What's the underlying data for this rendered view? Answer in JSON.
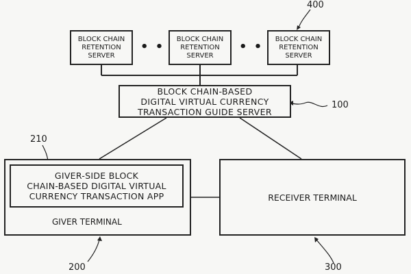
{
  "servers": [
    {
      "lines": [
        "BLOCK CHAIN",
        "RETENTION",
        "SERVER"
      ]
    },
    {
      "lines": [
        "BLOCK CHAIN",
        "RETENTION",
        "SERVER"
      ]
    },
    {
      "lines": [
        "BLOCK CHAIN",
        "RETENTION",
        "SERVER"
      ]
    }
  ],
  "ellipsis": "• • •",
  "guide_server": {
    "lines": [
      "BLOCK CHAIN-BASED",
      "DIGITAL VIRTUAL CURRENCY",
      "TRANSACTION GUIDE SERVER"
    ]
  },
  "giver_terminal": {
    "label": "GIVER TERMINAL",
    "app_lines": [
      "GIVER-SIDE BLOCK",
      "CHAIN-BASED DIGITAL VIRTUAL",
      "CURRENCY TRANSACTION APP"
    ]
  },
  "receiver_terminal": {
    "label": "RECEIVER TERMINAL"
  },
  "refs": {
    "servers": "400",
    "guide": "100",
    "app": "210",
    "giver": "200",
    "receiver": "300"
  }
}
